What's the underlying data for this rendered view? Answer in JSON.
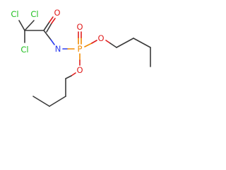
{
  "molecule": {
    "atoms": {
      "cl_top_left": "Cl",
      "cl_top_right": "Cl",
      "cl_bottom": "Cl",
      "o_carbonyl": "O",
      "n_amide": "N",
      "p_center": "P",
      "o_phosphoryl": "O",
      "o_ester_right": "O",
      "o_ester_bottom": "O"
    },
    "colors": {
      "chlorine": "#1fbf1f",
      "oxygen": "#e01e1e",
      "nitrogen": "#2b3cf0",
      "phosphorus": "#f08a00",
      "carbon_bond": "#3a3a3a"
    }
  }
}
